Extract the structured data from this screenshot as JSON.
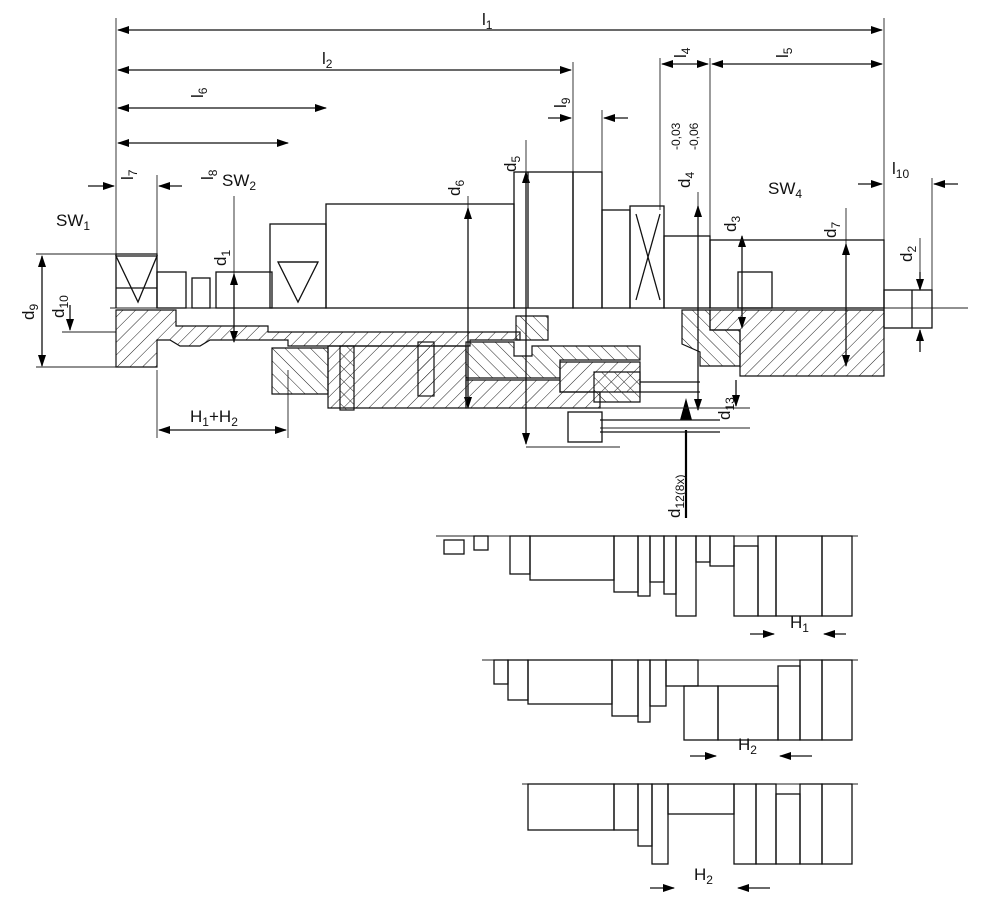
{
  "labels": {
    "l1": {
      "main": "l",
      "sub": "1"
    },
    "l2": {
      "main": "l",
      "sub": "2"
    },
    "l4": {
      "main": "l",
      "sub": "4"
    },
    "l5": {
      "main": "l",
      "sub": "5"
    },
    "l6": {
      "main": "l",
      "sub": "6"
    },
    "l7": {
      "main": "l",
      "sub": "7"
    },
    "l8": {
      "main": "l",
      "sub": "8"
    },
    "l9": {
      "main": "l",
      "sub": "9"
    },
    "l10": {
      "main": "l",
      "sub": "10"
    },
    "sw1": {
      "main": "SW",
      "sub": "1"
    },
    "sw2": {
      "main": "SW",
      "sub": "2"
    },
    "sw4": {
      "main": "SW",
      "sub": "4"
    },
    "d1": {
      "main": "d",
      "sub": "1"
    },
    "d2": {
      "main": "d",
      "sub": "2"
    },
    "d3": {
      "main": "d",
      "sub": "3"
    },
    "d4": {
      "main": "d",
      "sub": "4"
    },
    "d4_tol_upper": "-0,03",
    "d4_tol_lower": "-0,06",
    "d5": {
      "main": "d",
      "sub": "5"
    },
    "d6": {
      "main": "d",
      "sub": "6"
    },
    "d7": {
      "main": "d",
      "sub": "7"
    },
    "d9": {
      "main": "d",
      "sub": "9"
    },
    "d10": {
      "main": "d",
      "sub": "10"
    },
    "d12": {
      "main": "d",
      "sub": "12(8x)"
    },
    "d13": {
      "main": "d",
      "sub": "13"
    },
    "h1h2": {
      "a": "H",
      "a_sub": "1",
      "plus": "+H",
      "b_sub": "2"
    },
    "h1": {
      "main": "H",
      "sub": "1"
    },
    "h2_a": {
      "main": "H",
      "sub": "2"
    },
    "h2_b": {
      "main": "H",
      "sub": "2"
    }
  }
}
